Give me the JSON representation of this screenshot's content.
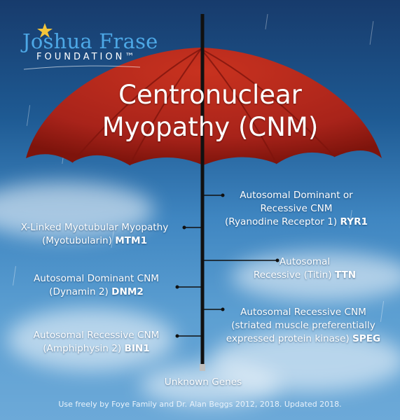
{
  "logo": {
    "name": "Joshua Frase",
    "subtitle": "FOUNDATION™"
  },
  "title": {
    "line1": "Centronuclear",
    "line2": "Myopathy (CNM)"
  },
  "genes": {
    "rm1": {
      "line1": "Autosomal Dominant or",
      "line2": "Recessive CNM",
      "line3": "(Ryanodine Receptor 1)",
      "gene": "RYR1"
    },
    "lm1": {
      "line1": "X-Linked Myotubular Myopathy",
      "line2": "(Myotubularin)",
      "gene": "MTM1"
    },
    "rm2": {
      "line1": "Autosomal",
      "line2": "Recessive (Titin)",
      "gene": "TTN"
    },
    "lm2": {
      "line1": "Autosomal Dominant CNM",
      "line2": "(Dynamin 2)",
      "gene": "DNM2"
    },
    "rm3": {
      "line1": "Autosomal Recessive CNM",
      "line2": "(striated muscle preferentially",
      "line3": "expressed protein kinase)",
      "gene": "SPEG"
    },
    "lm3": {
      "line1": "Autosomal Recessive CNM",
      "line2": "(Amphiphysin 2)",
      "gene": "BIN1"
    }
  },
  "unknown_label": "Unknown Genes",
  "footer": "Use freely by Foye Family and Dr. Alan Beggs 2012, 2018. Updated 2018.",
  "colors": {
    "umbrella": "#b5281b",
    "umbrella_dark": "#7e140c",
    "logo_blue": "#4da8e6",
    "logo_star": "#f4c63a",
    "shaft": "#111111"
  }
}
